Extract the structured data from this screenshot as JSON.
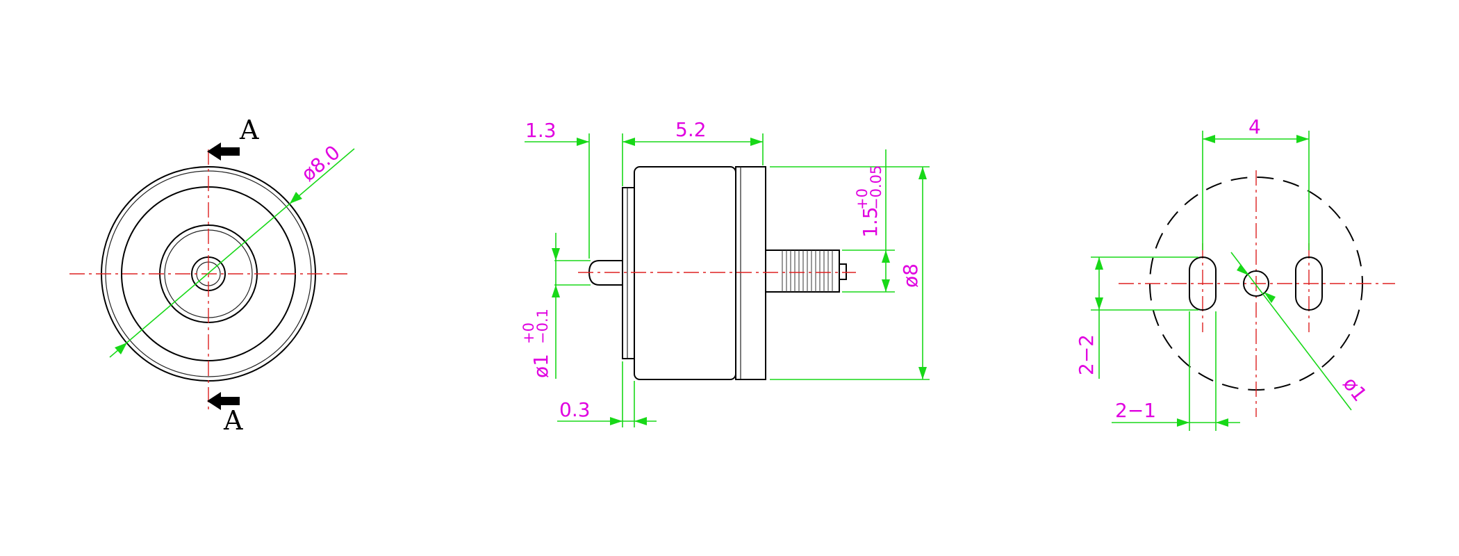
{
  "section": {
    "label_top": "A",
    "label_bottom": "A"
  },
  "front_view": {
    "diameter": "ø8.0"
  },
  "side_view": {
    "pin_length": "1.3",
    "body_length": "5.2",
    "flange": "0.3",
    "body_diameter": "ø8",
    "shaft_height": "1.5",
    "shaft_tol_upper": "+0",
    "shaft_tol_lower": "−0.05",
    "pin_diameter": "ø1",
    "pin_tol_upper": "+0",
    "pin_tol_lower": "−0.1"
  },
  "pin_layout": {
    "spacing": "4",
    "slot_height": "2−2",
    "slot_width": "2−1",
    "hole_diameter": "ø1"
  },
  "colors": {
    "dimension_text": "#e000e0",
    "dimension_line": "#18d818",
    "center_line": "#dd2020",
    "outline": "#000000"
  }
}
